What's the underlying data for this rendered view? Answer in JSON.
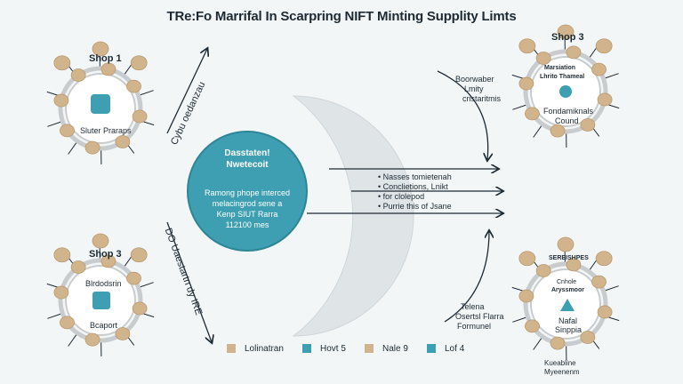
{
  "title": "TRe:Fo Marrifal In Scarpring NIFT Minting Supplity Limts",
  "colors": {
    "teal": "#3d9fb1",
    "tan": "#d2b48c",
    "ring": "#c9ccce",
    "dark": "#1d2a33"
  },
  "shops": {
    "top_left": {
      "label": "Shop 1",
      "caption": "Sluter Praraps",
      "icon": "shirt-icon"
    },
    "bottom_left": {
      "label": "Shop 3",
      "caption": "Bcaport",
      "header": "Blrdodsrin",
      "icon": "box-icon"
    },
    "top_right": {
      "label": "Shop 3",
      "header_line1": "Marsiation",
      "header_line2": "Lhrito Thameal",
      "caption_line1": "Fondamiknals",
      "caption_line2": "Cound"
    },
    "bottom_right": {
      "header": "SEREISHPES",
      "sub_line1": "Cnhole",
      "sub_line2": "Aryssmoor",
      "caption_line1": "Nafal",
      "caption_line2": "Sinppia",
      "footer_line1": "Kueabline",
      "footer_line2": "Myeenenm",
      "icon": "triangle-icon"
    }
  },
  "arrows": {
    "upper_label": "Cybu oedanzau",
    "lower_label": "DO Uaestartn dy IRE"
  },
  "hub": {
    "line1": "Dasstaten!",
    "line2": "Nwetecoit",
    "line3": "Ramong phope interced",
    "line4": "melacingrod sene a",
    "line5": "Kenp SIUT Rarra",
    "line6": "112100 mes"
  },
  "notes": {
    "top_right": [
      "Boorwaber",
      "Lmity",
      "cristaritmis"
    ],
    "bullets": [
      "Nasses tomietenah",
      "Conclietions, Lnikt",
      "for clolepod",
      "Purrie this of Jsane"
    ],
    "bottom_right": [
      "Telena",
      "Osertsl Flarra",
      "Formunel"
    ]
  },
  "legend": [
    {
      "label": "Lolinatran",
      "color": "#d2b48c"
    },
    {
      "label": "Hovt 5",
      "color": "#3d9fb1"
    },
    {
      "label": "Nale 9",
      "color": "#d2b48c"
    },
    {
      "label": "Lof 4",
      "color": "#3d9fb1"
    }
  ]
}
